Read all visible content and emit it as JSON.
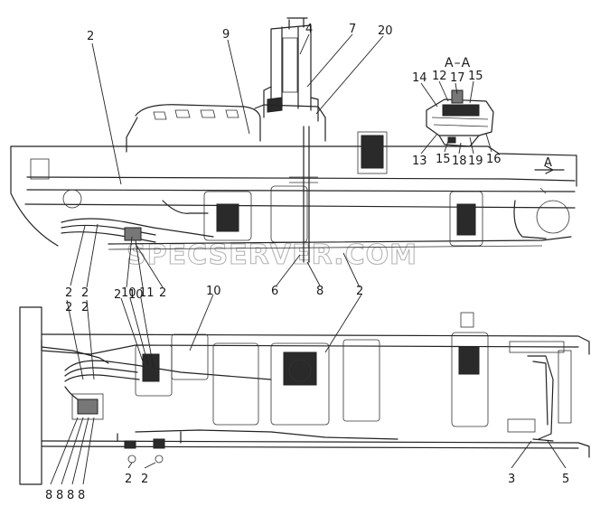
{
  "diagram": {
    "section_label": "А–А",
    "section_marker": "А",
    "watermark": "SPECSERVER.COM",
    "top_view_callouts": [
      {
        "id": "t2a",
        "text": "2"
      },
      {
        "id": "t9",
        "text": "9"
      },
      {
        "id": "t4",
        "text": "4"
      },
      {
        "id": "t7",
        "text": "7"
      },
      {
        "id": "t20",
        "text": "20"
      },
      {
        "id": "tb2a",
        "text": "2"
      },
      {
        "id": "tb2b",
        "text": "2"
      },
      {
        "id": "tb10",
        "text": "10"
      },
      {
        "id": "tb11",
        "text": "11"
      },
      {
        "id": "tb2c",
        "text": "2"
      },
      {
        "id": "tb6",
        "text": "6"
      },
      {
        "id": "tb8",
        "text": "8"
      },
      {
        "id": "tb2d",
        "text": "2"
      }
    ],
    "section_callouts": [
      {
        "id": "s14",
        "text": "14"
      },
      {
        "id": "s12",
        "text": "12"
      },
      {
        "id": "s17",
        "text": "17"
      },
      {
        "id": "s15a",
        "text": "15"
      },
      {
        "id": "s13",
        "text": "13"
      },
      {
        "id": "s15b",
        "text": "15"
      },
      {
        "id": "s18",
        "text": "18"
      },
      {
        "id": "s19",
        "text": "19"
      },
      {
        "id": "s16",
        "text": "16"
      }
    ],
    "bottom_view_callouts": [
      {
        "id": "b2a",
        "text": "2"
      },
      {
        "id": "b2b",
        "text": "2"
      },
      {
        "id": "b2c",
        "text": "2"
      },
      {
        "id": "b10a",
        "text": "10"
      },
      {
        "id": "b10b",
        "text": "10"
      },
      {
        "id": "b8a",
        "text": "8"
      },
      {
        "id": "b8b",
        "text": "8"
      },
      {
        "id": "b8c",
        "text": "8"
      },
      {
        "id": "b8d",
        "text": "8"
      },
      {
        "id": "b2d",
        "text": "2"
      },
      {
        "id": "b2e",
        "text": "2"
      },
      {
        "id": "b3",
        "text": "3"
      },
      {
        "id": "b5",
        "text": "5"
      }
    ]
  }
}
